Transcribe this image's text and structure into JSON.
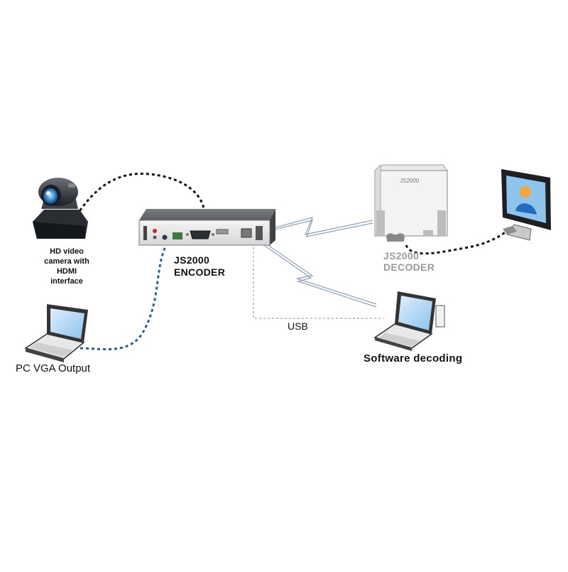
{
  "labels": {
    "camera": [
      "HD video",
      "camera  with",
      "HDMI",
      "interface"
    ],
    "pc": "PC VGA Output",
    "encoder": [
      "JS2000",
      "ENCODER"
    ],
    "decoder": [
      "JS2000",
      "DECODER"
    ],
    "decoder_brand": "JS2000",
    "usb": "USB",
    "software": "Software decoding"
  },
  "colors": {
    "hdmi_cable": "#111111",
    "vga_cable": "#1f5fa6",
    "usb_line": "#888888",
    "wireless": "#8aa0b8",
    "decoder_text": "#9a9a9a"
  },
  "icons": [
    "ptz-camera-icon",
    "laptop-icon",
    "encoder-box-icon",
    "decoder-box-icon",
    "monitor-icon",
    "wireless-link-icon"
  ]
}
